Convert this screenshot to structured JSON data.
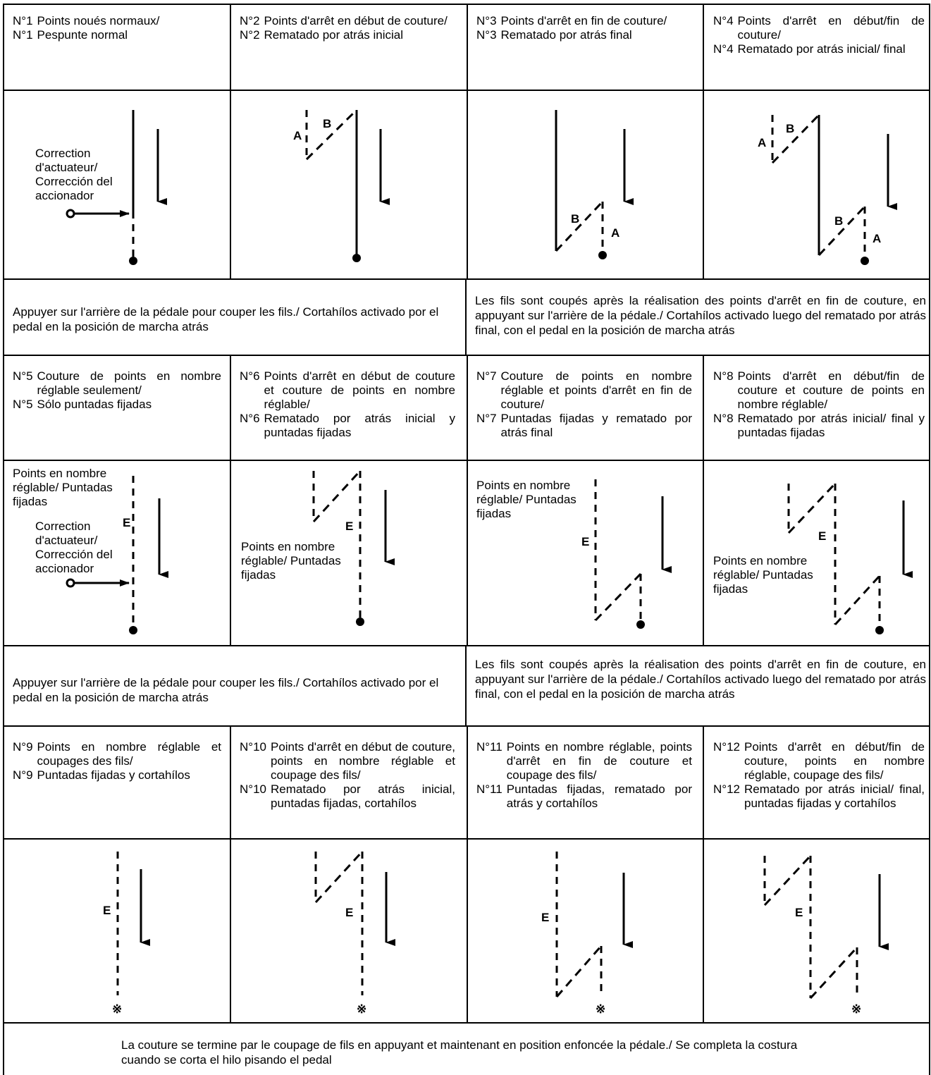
{
  "blocks": [
    {
      "modes": [
        {
          "n1": "N°1",
          "t1": "Points noués normaux/",
          "n2": "N°1",
          "t2": "Pespunte normal"
        },
        {
          "n1": "N°2",
          "t1": "Points d'arrêt en début de couture/",
          "n2": "N°2",
          "t2": "Rematado por atrás inicial"
        },
        {
          "n1": "N°3",
          "t1": "Points d'arrêt en fin de couture/",
          "n2": "N°3",
          "t2": "Rematado por atrás final"
        },
        {
          "n1": "N°4",
          "t1": "Points d'arrêt en début/fin de couture/",
          "n2": "N°4",
          "t2": "Rematado por atrás inicial/ final"
        }
      ],
      "note_left": "Appuyer sur l'arrière de la pédale pour couper les fils./ Cortahílos activado por el pedal en la posición de marcha atrás",
      "note_right": "Les fils sont coupés après la réalisation des points d'arrêt en fin de couture, en appuyant sur l'arrière de la pédale./ Cortahílos activado luego del rematado por atrás final, con el pedal en la posición de marcha atrás"
    },
    {
      "modes": [
        {
          "n1": "N°5",
          "t1": "Couture de points en nombre réglable seulement/",
          "n2": "N°5",
          "t2": "Sólo puntadas fijadas"
        },
        {
          "n1": "N°6",
          "t1": "Points d'arrêt en début de couture et couture de points en nombre réglable/",
          "n2": "N°6",
          "t2": "Rematado por atrás inicial y puntadas fijadas"
        },
        {
          "n1": "N°7",
          "t1": "Couture de points en nombre réglable et points d'arrêt en fin de couture/",
          "n2": "N°7",
          "t2": "Puntadas fijadas y rematado por atrás final"
        },
        {
          "n1": "N°8",
          "t1": "Points d'arrêt en début/fin de couture et couture de points en nombre réglable/",
          "n2": "N°8",
          "t2": "Rematado por atrás inicial/ final y puntadas fijadas"
        }
      ],
      "note_left": "Appuyer sur l'arrière de la pédale pour couper les fils./ Cortahílos activado por el pedal en la posición de marcha atrás",
      "note_right": "Les fils sont coupés après la réalisation des points d'arrêt en fin de couture, en appuyant sur l'arrière de la pédale./ Cortahílos activado luego del rematado por atrás final, con el pedal en la posición de marcha atrás"
    },
    {
      "modes": [
        {
          "n1": "N°9",
          "t1": "Points en nombre réglable et coupages des fils/",
          "n2": "N°9",
          "t2": "Puntadas fijadas y cortahílos"
        },
        {
          "n1": "N°10",
          "t1": "Points d'arrêt en début de couture, points en nombre réglable et coupage des fils/",
          "n2": "N°10",
          "t2": "Rematado por atrás inicial, puntadas fijadas, cortahílos"
        },
        {
          "n1": "N°11",
          "t1": "Points en nombre réglable, points d'arrêt en fin de couture et coupage des fils/",
          "n2": "N°11",
          "t2": "Puntadas fijadas, rematado por atrás y cortahílos"
        },
        {
          "n1": "N°12",
          "t1": "Points d'arrêt en début/fin de couture, points en nombre réglable, coupage des fils/",
          "n2": "N°12",
          "t2": "Rematado por atrás inicial/ final, puntadas fijadas y cortahílos"
        }
      ],
      "note_full": "La couture se termine par le coupage de fils en appuyant et maintenant en position enfoncée la pédale./ Se completa la costura cuando se corta el hilo pisando el pedal"
    }
  ],
  "labels": {
    "correction": "Correction d'actuateur/ Corrección del accionador",
    "points": "Points en nombre réglable/ Puntadas fijadas",
    "a": "A",
    "b": "B",
    "e": "E",
    "end_mark": "※"
  }
}
